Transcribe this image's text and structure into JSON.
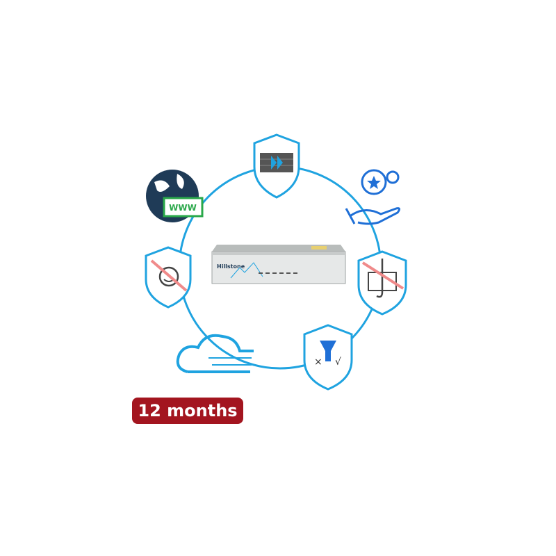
{
  "device": {
    "brand": "Hillstone"
  },
  "icons": [
    "firewall-shield-icon",
    "web-globe-icon",
    "award-hand-icon",
    "anti-phishing-shield-icon",
    "filter-shield-icon",
    "cloud-icon",
    "anti-malware-shield-icon"
  ],
  "globe_label": "WWW",
  "badge": {
    "label": "12 months"
  },
  "colors": {
    "accent": "#1fa3e0",
    "badge": "#a3151f",
    "navy": "#1f3b57"
  }
}
